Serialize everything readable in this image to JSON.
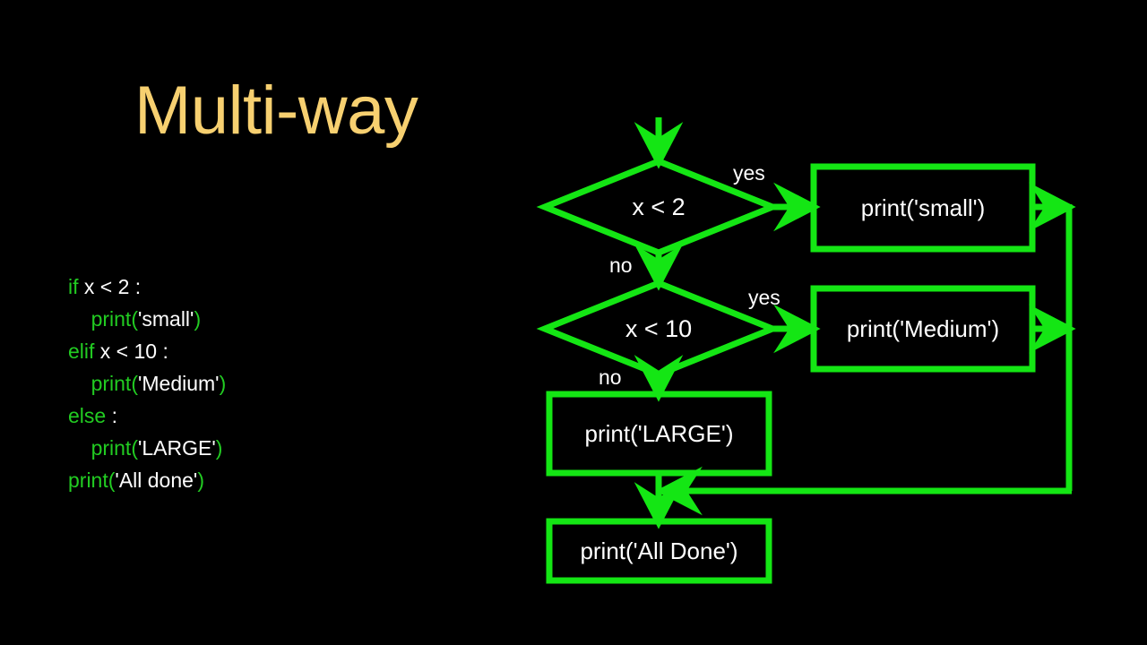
{
  "slide": {
    "title": "Multi-way",
    "title_color": "#F7D070",
    "background_color": "#000000",
    "flow_color": "#14E614",
    "text_color": "#FFFFFF",
    "keyword_color": "#22CC22"
  },
  "code": {
    "lines": [
      {
        "indent": 0,
        "tokens": [
          {
            "text": "if",
            "kind": "kw"
          },
          {
            "text": " x < 2 :",
            "kind": "plain"
          }
        ]
      },
      {
        "indent": 1,
        "tokens": [
          {
            "text": "print",
            "kind": "fn"
          },
          {
            "text": "(",
            "kind": "punc"
          },
          {
            "text": "'small'",
            "kind": "lit"
          },
          {
            "text": ")",
            "kind": "punc"
          }
        ]
      },
      {
        "indent": 0,
        "tokens": [
          {
            "text": "elif",
            "kind": "kw"
          },
          {
            "text": " x < 10 :",
            "kind": "plain"
          }
        ]
      },
      {
        "indent": 1,
        "tokens": [
          {
            "text": "print",
            "kind": "fn"
          },
          {
            "text": "(",
            "kind": "punc"
          },
          {
            "text": "'Medium'",
            "kind": "lit"
          },
          {
            "text": ")",
            "kind": "punc"
          }
        ]
      },
      {
        "indent": 0,
        "tokens": [
          {
            "text": "else",
            "kind": "kw"
          },
          {
            "text": " :",
            "kind": "plain"
          }
        ]
      },
      {
        "indent": 1,
        "tokens": [
          {
            "text": "print",
            "kind": "fn"
          },
          {
            "text": "(",
            "kind": "punc"
          },
          {
            "text": "'LARGE'",
            "kind": "lit"
          },
          {
            "text": ")",
            "kind": "punc"
          }
        ]
      },
      {
        "indent": 0,
        "tokens": [
          {
            "text": "print",
            "kind": "fn"
          },
          {
            "text": "(",
            "kind": "punc"
          },
          {
            "text": "'All done'",
            "kind": "lit"
          },
          {
            "text": ")",
            "kind": "punc"
          }
        ]
      }
    ]
  },
  "flowchart": {
    "decision_1": "x < 2",
    "decision_2": "x < 10",
    "box_small": "print('small')",
    "box_medium": "print('Medium')",
    "box_large": "print('LARGE')",
    "box_alldone": "print('All Done')",
    "label_yes_1": "yes",
    "label_no_1": "no",
    "label_yes_2": "yes",
    "label_no_2": "no"
  }
}
